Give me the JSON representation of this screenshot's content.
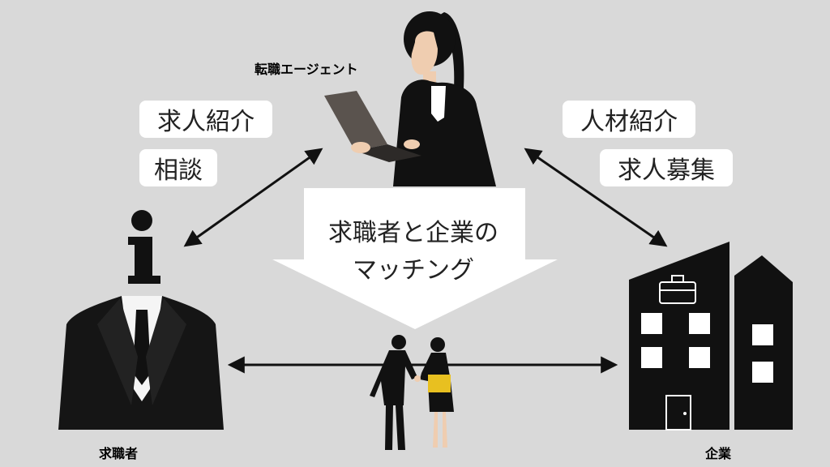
{
  "labels": {
    "agent": "転職エージェント",
    "job_seeker": "求職者",
    "company": "企業"
  },
  "left_tags": [
    "求人紹介",
    "相談"
  ],
  "right_tags": [
    "人材紹介",
    "求人募集"
  ],
  "center": {
    "line1": "求職者と企業の",
    "line2": "マッチング"
  },
  "colors": {
    "background": "#d9d9d9",
    "figure": "#111111",
    "card": "#ffffff"
  }
}
